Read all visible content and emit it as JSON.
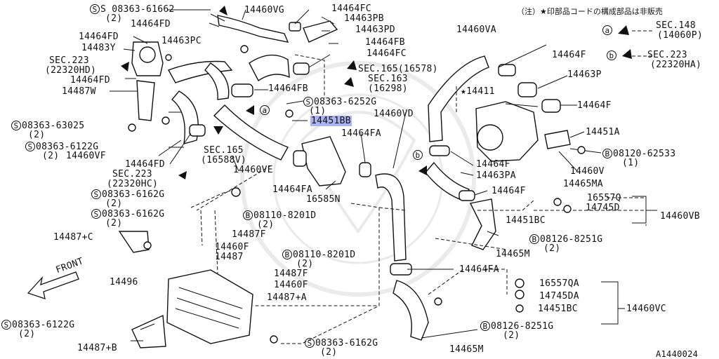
{
  "note": "（注）★印部品コードの構成部品は非販売",
  "watermark_text": "",
  "callouts": {
    "l01": "S 08363-61662",
    "l01q": "(2)",
    "l02": "14464FD",
    "l03": "14460VG",
    "l04": "14464FC",
    "l05": "14463PB",
    "l06": "14463PD",
    "l07": "14464FB",
    "l08": "14464FC",
    "l09": "14464FD",
    "l10": "14483Y",
    "l11": "14463PC",
    "l12": "SEC.223",
    "l12b": "(22320HD)",
    "l13": "14464FD",
    "l14": "14487W",
    "l15": "SEC.165(16578)",
    "l16": "SEC.163",
    "l16b": "(16298)",
    "l17": "14464FB",
    "l18": "08363-6252G",
    "l18q": "(1)",
    "l19": "14451BB",
    "l20": "08363-63025",
    "l20q": "(2)",
    "l21": "08363-6122G",
    "l21q": "(2)",
    "l22": "14460VF",
    "l23": "SEC.165",
    "l23b": "(16588V)",
    "l24": "14464FD",
    "l25": "SEC.223",
    "l25b": "(22320HC)",
    "l26": "14460VE",
    "l27": "14460VD",
    "l28": "14464FA",
    "l29": "14464FA",
    "l30": "16585N",
    "l31": "08363-6162G",
    "l31q": "(2)",
    "l32": "08363-6162G",
    "l32q": "(2)",
    "l33": "08110-8201D",
    "l33q": "(2)",
    "l34": "14487F",
    "l35": "14487+C",
    "l36": "14460F",
    "l37": "14487",
    "l38": "08110-8201D",
    "l38q": "(2)",
    "l39": "14487F",
    "l40": "14460F",
    "l41": "14487+A",
    "l42": "14496",
    "l43": "FRONT",
    "l44": "08363-6122G",
    "l44q": "(2)",
    "l45": "14487+B",
    "l46": "08363-6162G",
    "l46q": "(2)",
    "l47": "14460VA",
    "l48": "14464F",
    "l49": "14463P",
    "l50": "★14411",
    "l51": "14464F",
    "l52": "14451A",
    "l53": "08120-62533",
    "l53q": "(1)",
    "l54": "14460V",
    "l55": "14464F",
    "l56": "14463PA",
    "l57": "14465MA",
    "l58": "14464F",
    "l59": "16557Q",
    "l60": "14745D",
    "l61": "14460VB",
    "l62": "14451BC",
    "l63": "08126-8251G",
    "l63q": "(2)",
    "l64": "14465M",
    "l65": "14464FA",
    "l66": "16557QA",
    "l67": "14745DA",
    "l68": "14451BC",
    "l69": "14460VC",
    "l70": "08126-8251G",
    "l70q": "(2)",
    "l71": "14465M",
    "l72": "SEC.148",
    "l72b": "(14060P)",
    "l73": "SEC.223",
    "l73b": "(22320HA)",
    "ref_a": "a",
    "ref_b": "b",
    "ref_a2": "a",
    "ref_b2": "b",
    "sym_s": "S",
    "sym_b": "B",
    "diagram_id": "A1440024"
  }
}
